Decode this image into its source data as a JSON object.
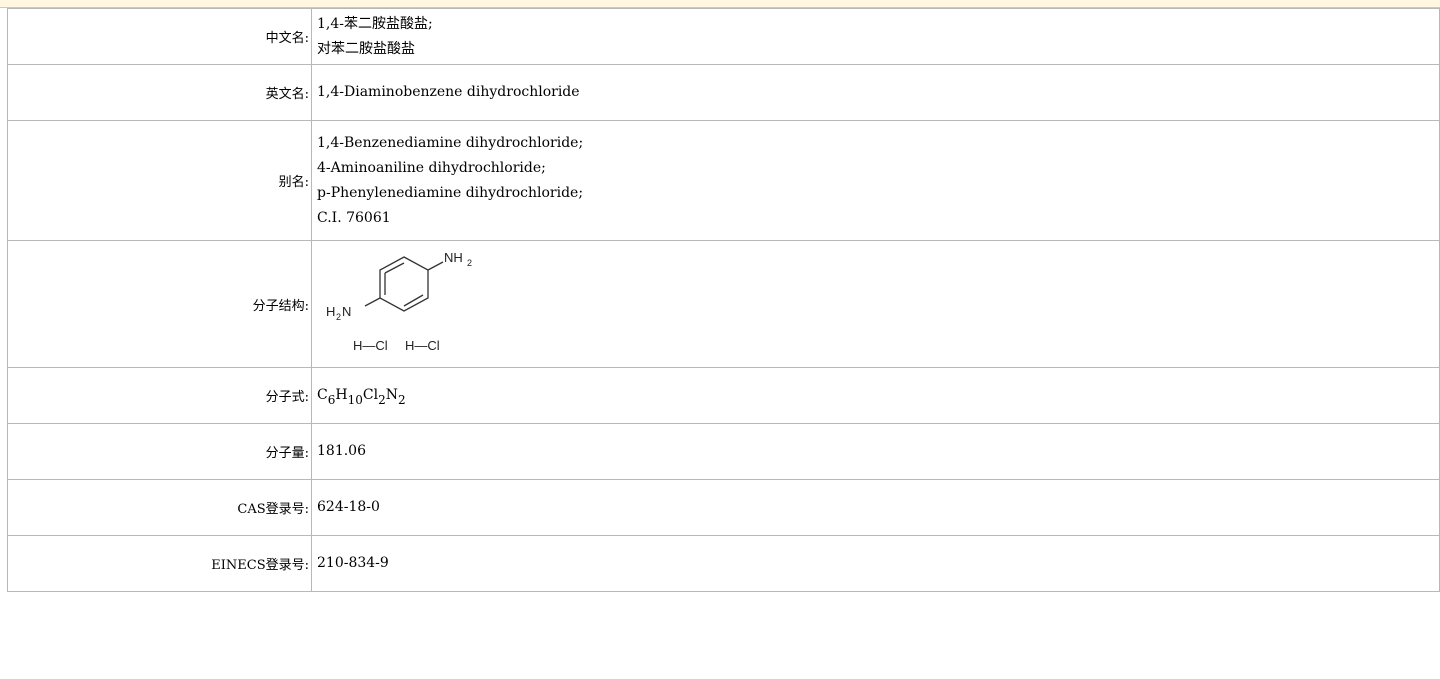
{
  "rows": [
    {
      "label": "中文名:",
      "values": [
        "1,4-苯二胺盐酸盐;",
        "对苯二胺盐酸盐"
      ]
    },
    {
      "label": "英文名:",
      "values": [
        "1,4-Diaminobenzene dihydrochloride"
      ]
    },
    {
      "label": "别名:",
      "values": [
        "1,4-Benzenediamine dihydrochloride;",
        "4-Aminoaniline dihydrochloride;",
        "p-Phenylenediamine dihydrochloride;",
        "C.I. 76061"
      ]
    },
    {
      "label": "分子结构:"
    },
    {
      "label": "分子式:",
      "formula": [
        {
          "el": "C",
          "n": "6"
        },
        {
          "el": "H",
          "n": "10"
        },
        {
          "el": "Cl",
          "n": "2"
        },
        {
          "el": "N",
          "n": "2"
        }
      ]
    },
    {
      "label": "分子量:",
      "values": [
        "181.06"
      ]
    },
    {
      "label": "CAS登录号:",
      "values": [
        "624-18-0"
      ]
    },
    {
      "label": "EINECS登录号:",
      "values": [
        "210-834-9"
      ]
    }
  ],
  "structure": {
    "top_group": "NH",
    "top_sub": "2",
    "left_group_h": "H",
    "left_sub": "2",
    "left_group_n": "N",
    "salt_1": "H—Cl",
    "salt_2": "H—Cl"
  }
}
